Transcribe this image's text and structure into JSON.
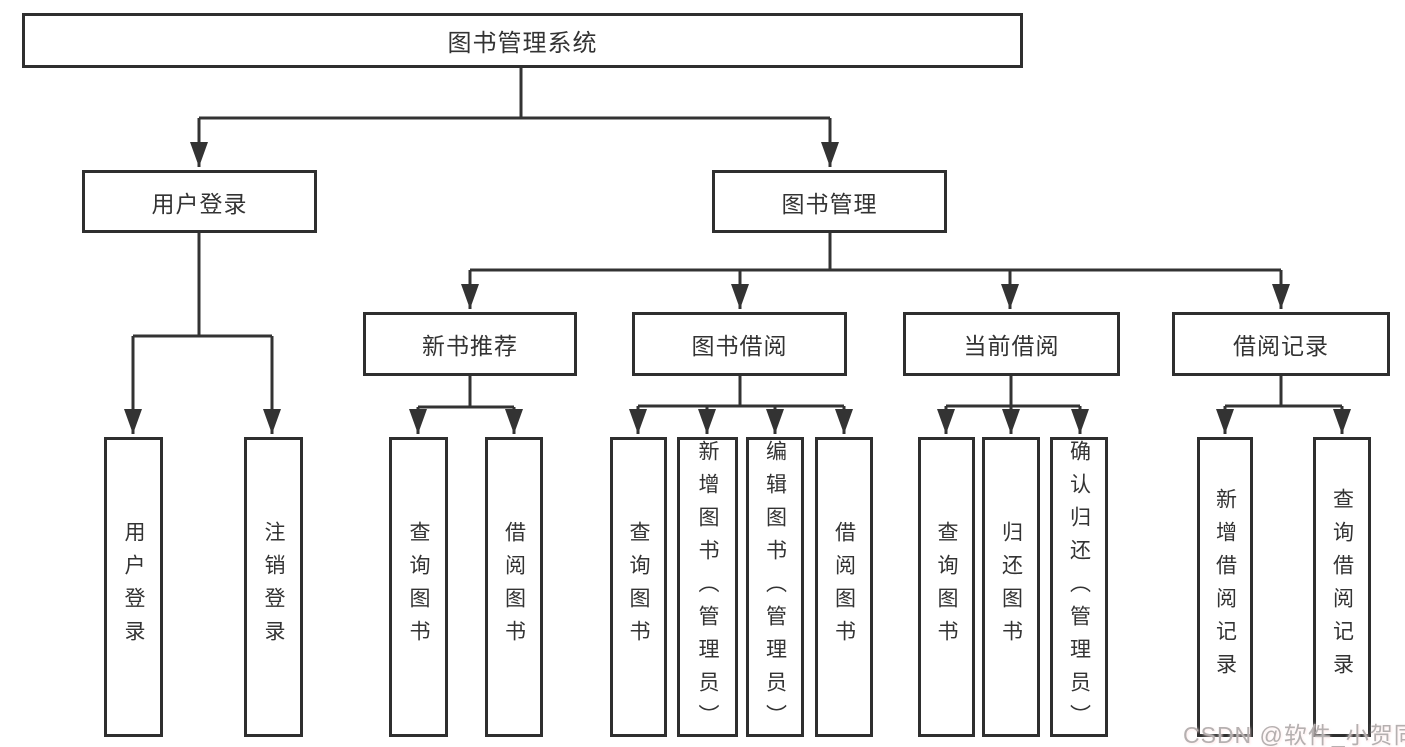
{
  "diagram_type": "hierarchy-tree",
  "root": {
    "label": "图书管理系统",
    "children": [
      {
        "label": "用户登录",
        "children": [
          {
            "label": "用户登录"
          },
          {
            "label": "注销登录"
          }
        ]
      },
      {
        "label": "图书管理",
        "children": [
          {
            "label": "新书推荐",
            "children": [
              {
                "label": "查询图书"
              },
              {
                "label": "借阅图书"
              }
            ]
          },
          {
            "label": "图书借阅",
            "children": [
              {
                "label": "查询图书"
              },
              {
                "label": "新增图书（管理员）"
              },
              {
                "label": "编辑图书（管理员）"
              },
              {
                "label": "借阅图书"
              }
            ]
          },
          {
            "label": "当前借阅",
            "children": [
              {
                "label": "查询图书"
              },
              {
                "label": "归还图书"
              },
              {
                "label": "确认归还（管理员）"
              }
            ]
          },
          {
            "label": "借阅记录",
            "children": [
              {
                "label": "新增借阅记录"
              },
              {
                "label": "查询借阅记录"
              }
            ]
          }
        ]
      }
    ]
  },
  "watermark": "CSDN @软件_小贺同学",
  "colors": {
    "line": "#333333",
    "box_border": "#2f2f2f",
    "text": "#333333",
    "background": "#ffffff",
    "watermark": "#b5b0b0"
  }
}
